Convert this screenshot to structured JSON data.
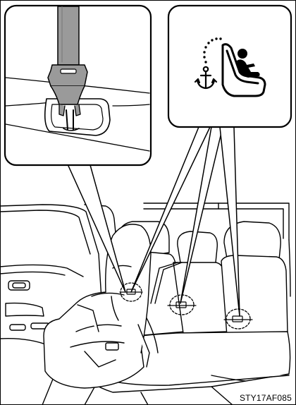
{
  "figure": {
    "code": "STY17AF085",
    "stroke_color": "#000000",
    "seat_fill": "#ffffff",
    "strap_fill": "#9a9a9a"
  },
  "callouts": {
    "left": {
      "icon": "anchor-bracket-closeup-icon"
    },
    "right": {
      "icon": "isofix-lower-anchor-symbol-icon"
    }
  },
  "anchor_markers": {
    "count": 3,
    "names": [
      "left-lower-anchor",
      "center-lower-anchor",
      "right-lower-anchor"
    ]
  }
}
